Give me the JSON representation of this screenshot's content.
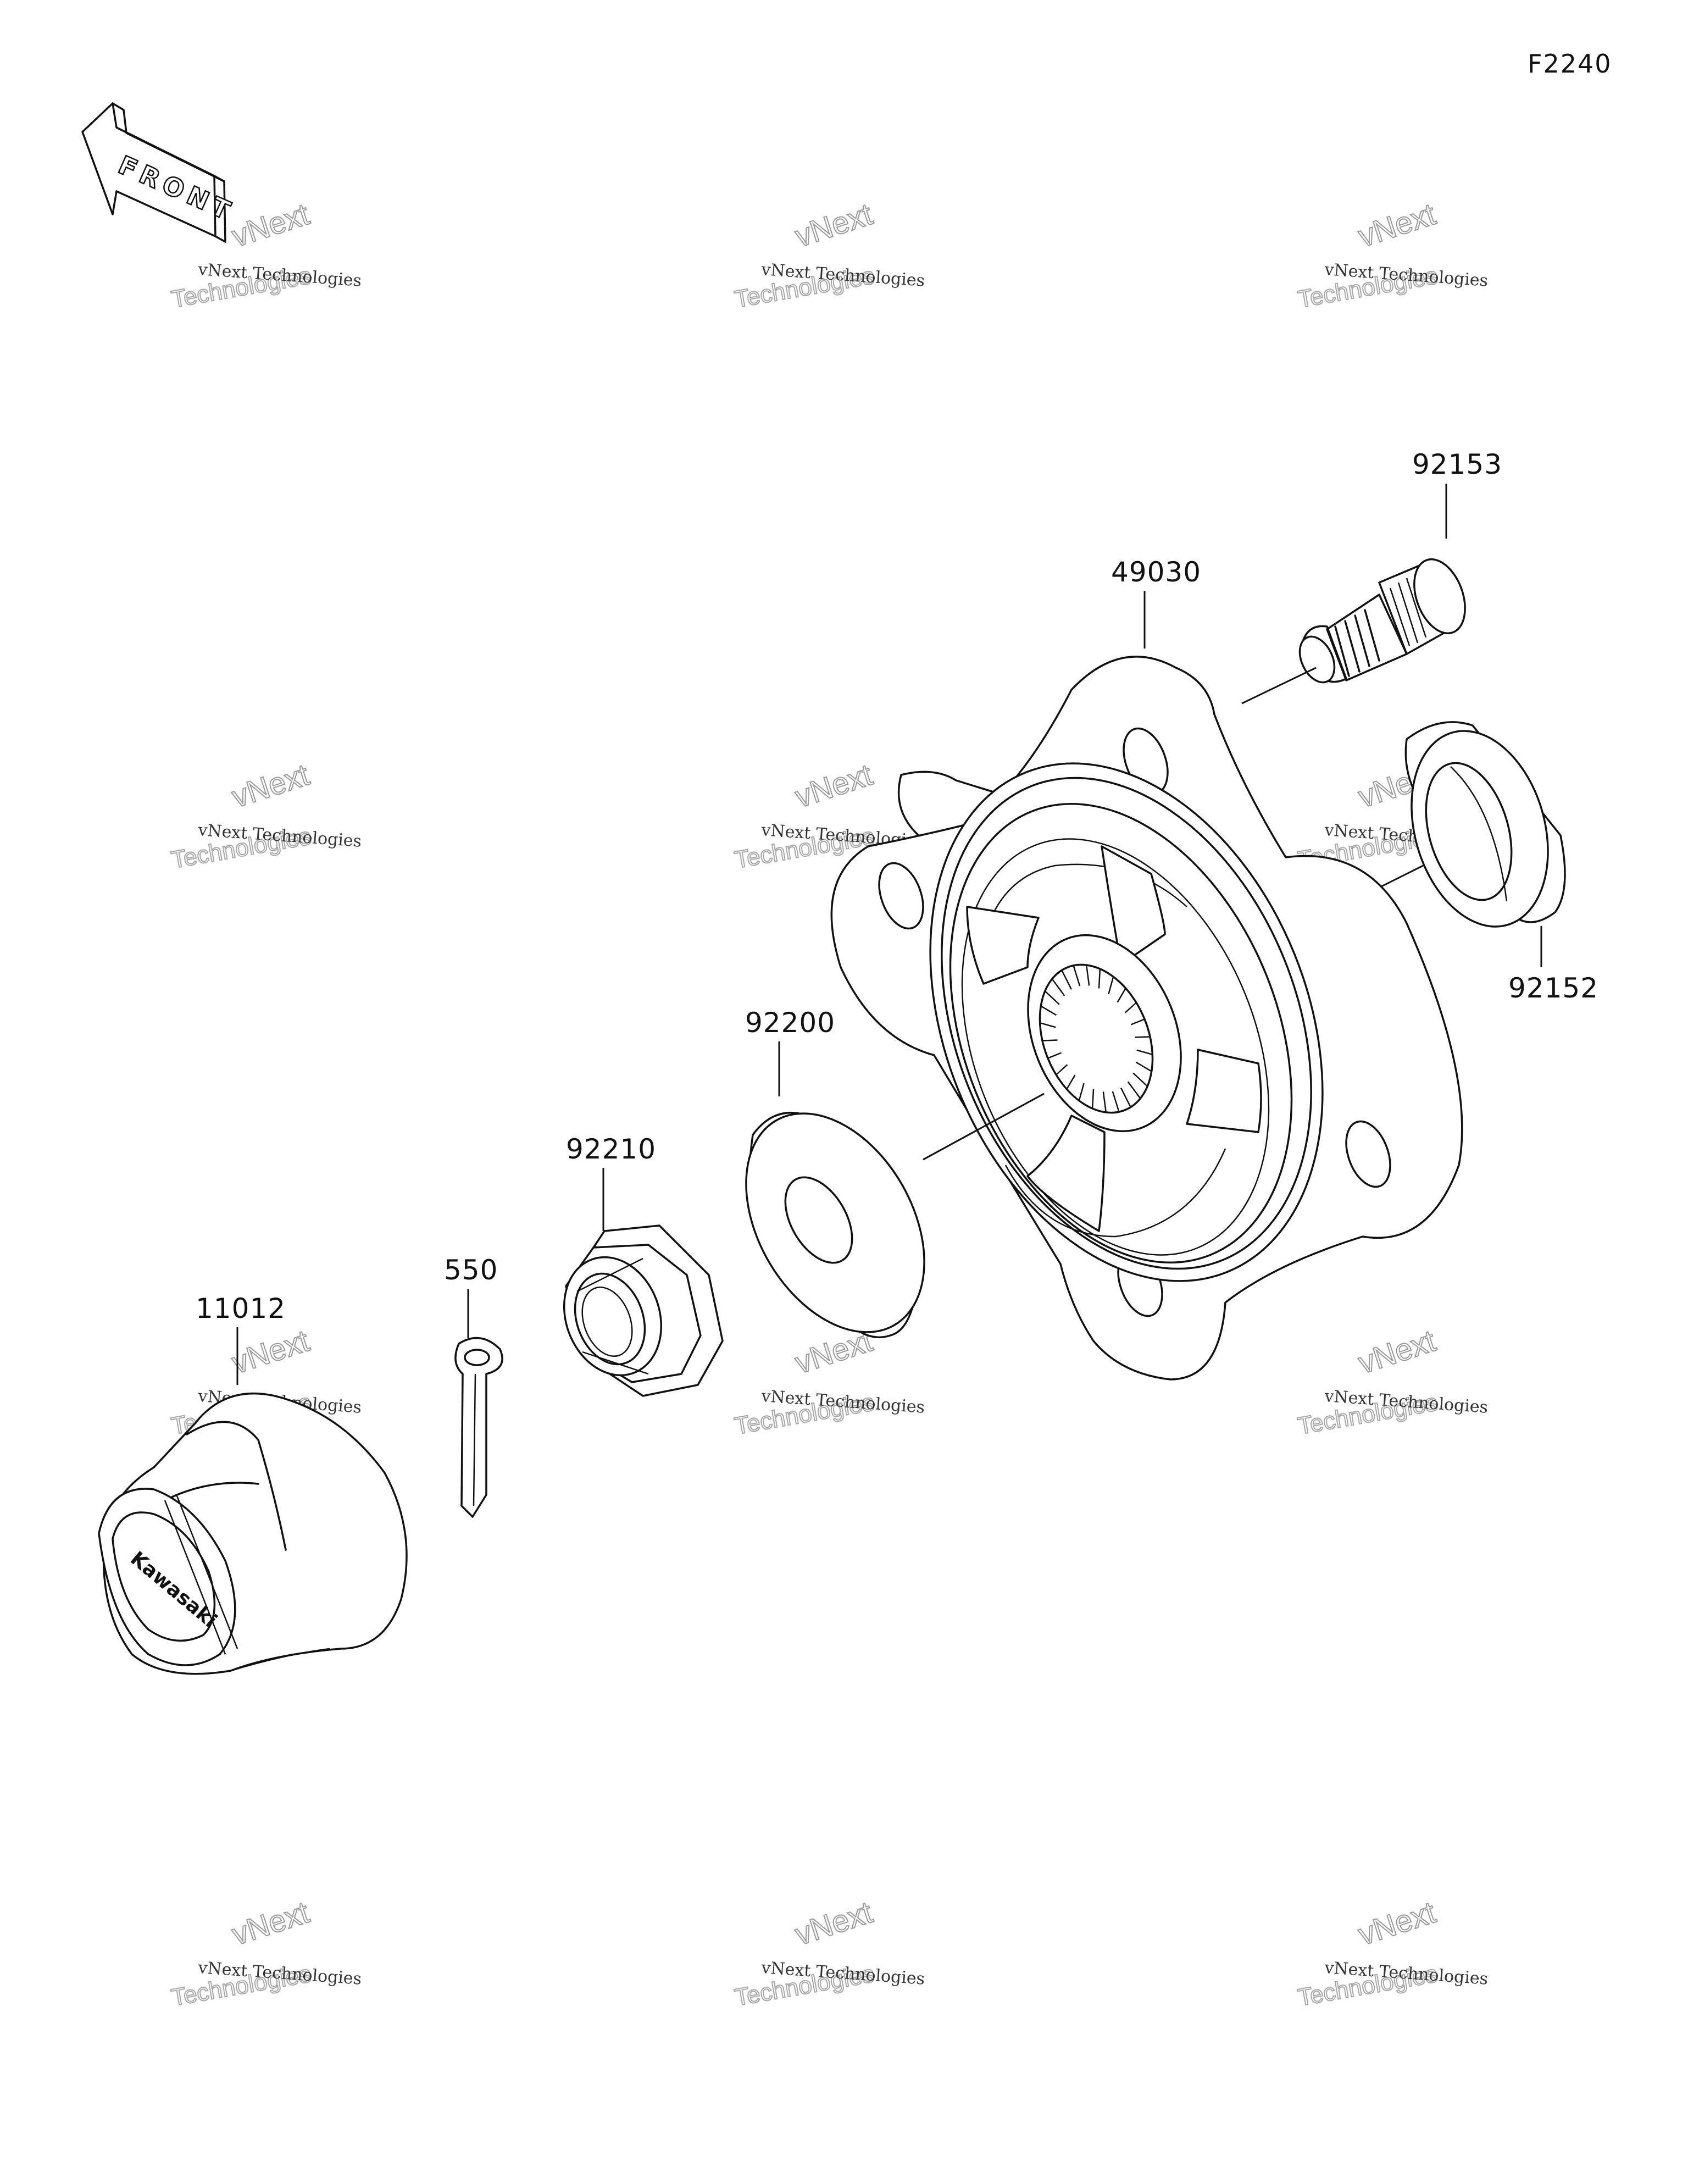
{
  "diagram": {
    "page_code": "F2240",
    "front_label": "FRONT",
    "logo_text": "Kawasaki",
    "watermark": {
      "line1": "vNext Technologies",
      "line2": "vNext",
      "line3": "Technologies"
    },
    "parts": [
      {
        "id": "p92153",
        "number": "92153",
        "name": "hub-stud"
      },
      {
        "id": "p49030",
        "number": "49030",
        "name": "hub"
      },
      {
        "id": "p92152",
        "number": "92152",
        "name": "spacer-ring"
      },
      {
        "id": "p92200",
        "number": "92200",
        "name": "washer"
      },
      {
        "id": "p92210",
        "number": "92210",
        "name": "castle-nut"
      },
      {
        "id": "p550",
        "number": "550",
        "name": "cotter-pin"
      },
      {
        "id": "p11012",
        "number": "11012",
        "name": "hub-cap"
      }
    ]
  }
}
